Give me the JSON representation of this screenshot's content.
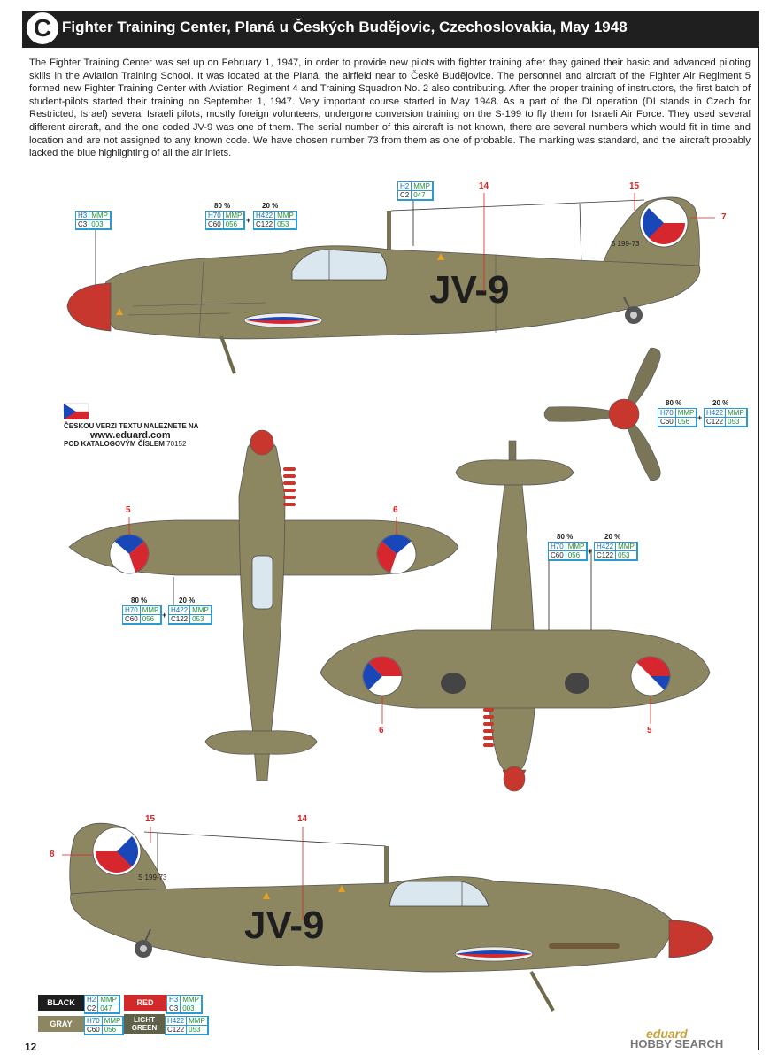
{
  "header": {
    "badge": "C",
    "title": "Fighter Training Center, Planá u Českých Budějovic, Czechoslovakia, May 1948"
  },
  "description": "The Fighter Training Center was set up on February 1, 1947, in order to provide new pilots with fighter training after they gained their basic and advanced piloting skills in the Aviation Training School. It was located at the Planá, the airfield near to České Budějovice. The personnel and aircraft of the Fighter Air Regiment 5 formed new Fighter Training Center with Aviation Regiment 4 and Training Squadron No. 2 also contributing. After the proper training of instructors, the first batch of student-pilots started their training on September 1, 1947. Very important course started in May 1948. As a part of the DI operation (DI stands in Czech for Restricted, Israel) several Israeli pilots, mostly foreign volunteers, undergone conversion training on the S-199 to fly them for Israeli Air Force. They used several different aircraft, and the one coded JV-9 was one of them. The serial number of this aircraft is not known, there are several numbers which would fit in time and location and are not assigned to any known code. We have chosen number 73 from them as one of probable. The marking was standard, and the aircraft probably lacked the blue highlighting of all the air inlets.",
  "markings": {
    "code": "JV-9",
    "serial": "S 199-73",
    "callouts": [
      "14",
      "15",
      "7",
      "5",
      "6",
      "8"
    ]
  },
  "paints": {
    "red": {
      "h": "H3",
      "mmp": "MMP",
      "c": "C3",
      "code": "003"
    },
    "black": {
      "h": "H2",
      "mmp": "MMP",
      "c": "C2",
      "code": "047"
    },
    "gray": {
      "h": "H70",
      "mmp": "MMP",
      "c": "C60",
      "code": "056"
    },
    "green": {
      "h": "H422",
      "mmp": "MMP",
      "c": "C122",
      "code": "053"
    },
    "p80": "80 %",
    "p20": "20 %",
    "plus": "+"
  },
  "czech_note": {
    "line1": "ČESKOU VERZI TEXTU NALEZNETE NA",
    "line2": "www.eduard.com",
    "line3": "POD KATALOGOVÝM ČÍSLEM",
    "catalog": "70152"
  },
  "legend": {
    "black": "BLACK",
    "red": "RED",
    "gray": "GRAY",
    "light_green_1": "LIGHT",
    "light_green_2": "GREEN"
  },
  "footer": {
    "page": "12",
    "brand": "eduard",
    "watermark": "HOBBY SEARCH"
  },
  "colors": {
    "olive": "#8c8661",
    "olive_dark": "#6f6a4b",
    "spinner_red": "#c8372d",
    "cz_blue": "#1a47b8",
    "cz_red": "#d6272e",
    "header_bg": "#1f1f1f",
    "legend_black": "#1e1e1e",
    "legend_red": "#d22a2a",
    "legend_gray": "#8c8661",
    "legend_green": "#5f6248"
  }
}
